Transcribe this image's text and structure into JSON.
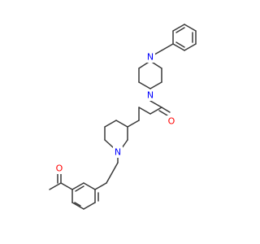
{
  "molecule": {
    "atoms": {
      "n_piperazine_top": {
        "symbol": "N",
        "color": "#0000ff"
      },
      "n_piperazine_bottom": {
        "symbol": "N",
        "color": "#0000ff"
      },
      "o_amide": {
        "symbol": "O",
        "color": "#ff0000"
      },
      "n_piperidine": {
        "symbol": "N",
        "color": "#0000ff"
      },
      "o_acetyl": {
        "symbol": "O",
        "color": "#ff0000"
      }
    },
    "bond_color": "#383838",
    "background": "#ffffff"
  }
}
